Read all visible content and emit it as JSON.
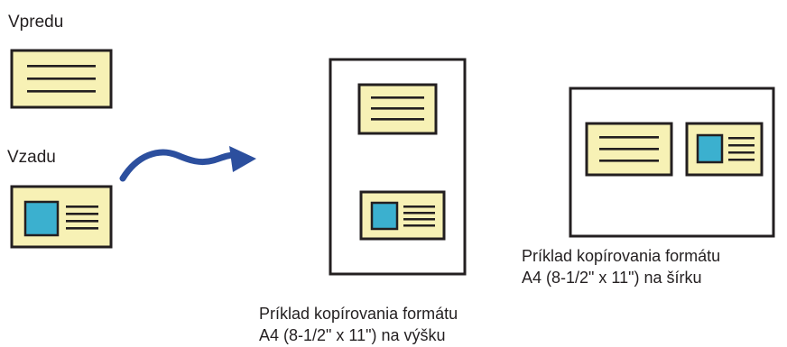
{
  "labels": {
    "front": "Vpredu",
    "back": "Vzadu"
  },
  "captions": {
    "portrait": [
      "Príklad kopírovania formátu",
      "A4 (8-1/2\" x 11\") na výšku"
    ],
    "landscape": [
      "Príklad kopírovania formátu",
      "A4 (8-1/2\" x 11\") na šírku"
    ]
  },
  "colors": {
    "card_fill": "#f7f1b5",
    "outline": "#231f20",
    "photo": "#3bb0cf",
    "arrow": "#2c4f9e",
    "page": "#ffffff"
  },
  "icons": {
    "front_card": "text-card-icon",
    "back_card": "photo-card-icon",
    "arrow": "curved-arrow-icon"
  }
}
